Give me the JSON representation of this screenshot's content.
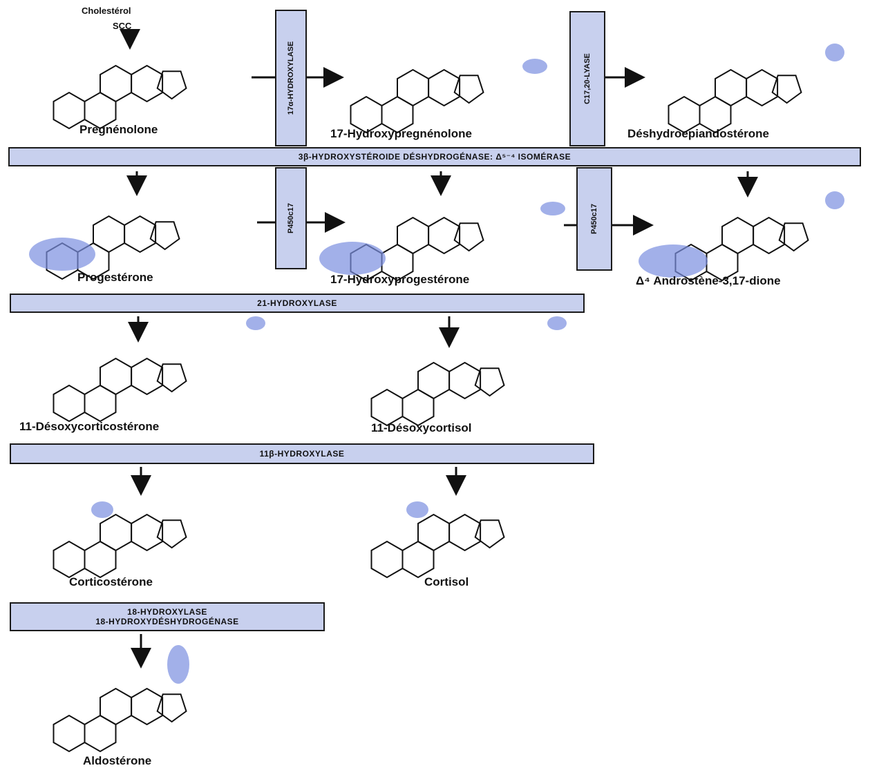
{
  "precursor": {
    "name": "Cholestérol",
    "enzyme": "SCC"
  },
  "compounds": {
    "pregnenolone": "Pregnénolone",
    "hydroxypregnenolone": "17-Hydroxypregnénolone",
    "dhea": "Déshydroepiandostérone",
    "progesterone": "Progestérone",
    "hydroxyprogesterone": "17-Hydroxyprogestérone",
    "androstenedione": "Δ⁴ Androstène-3,17-dione",
    "desoxycorticosterone": "11-Désoxycorticostérone",
    "desoxycortisol": "11-Désoxycortisol",
    "corticosterone": "Corticostérone",
    "cortisol": "Cortisol",
    "aldosterone": "Aldostérone"
  },
  "enzymes": {
    "hydroxylase17a": "17α-HYDROXYLASE",
    "lyase": "C17,20-LYASE",
    "hsd3b": "3β-HYDROXYSTÉROIDE DÉSHYDROGÉNASE: Δ⁵⁻⁴ ISOMÉRASE",
    "p450c17_a": "P450c17",
    "p450c17_b": "P450c17",
    "hydroxylase21": "21-HYDROXYLASE",
    "hydroxylase11b": "11β-HYDROXYLASE",
    "hydroxylase18_line1": "18-HYDROXYLASE",
    "hydroxylase18_line2": "18-HYDROXYDÉSHYDROGÉNASE"
  },
  "colors": {
    "enzyme_box": "#c8d0ee",
    "highlight": "#7b8fe0"
  }
}
